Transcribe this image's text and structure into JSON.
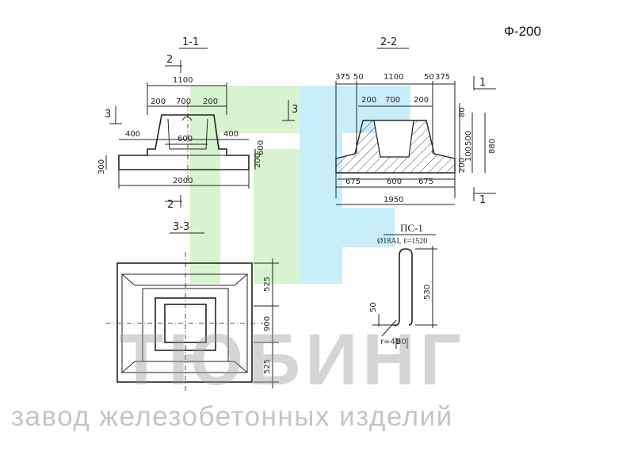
{
  "doc_code": "Ф-200",
  "watermark": {
    "brand": "ТЮБИНГ",
    "subtitle": "завод железобетонных изделий"
  },
  "colors": {
    "logo_green": "#d8f3cf",
    "logo_blue": "#c8eefa",
    "line": "#222222"
  },
  "section_1_1": {
    "title": "1-1",
    "cut_marks": [
      "2",
      "2",
      "3"
    ],
    "dims": [
      "1100",
      "200",
      "700",
      "200",
      "400",
      "600",
      "400",
      "2000",
      "300",
      "200",
      "600"
    ]
  },
  "section_2_2": {
    "title": "2-2",
    "cut_marks": [
      "1",
      "1",
      "3"
    ],
    "dims_top": [
      "375",
      "50",
      "1100",
      "50",
      "375"
    ],
    "dims_mid": [
      "200",
      "700",
      "200"
    ],
    "dims_right": [
      "80",
      "500",
      "100",
      "200",
      "880"
    ],
    "dims_bottom": [
      "675",
      "600",
      "675",
      "1950"
    ]
  },
  "section_3_3": {
    "title": "3-3",
    "dims": [
      "525",
      "900",
      "525"
    ]
  },
  "rebar": {
    "title": "ПС-1",
    "spec": "Ø18АI, ℓ=1520",
    "dims": [
      "530",
      "50",
      "r=40",
      "80"
    ]
  }
}
